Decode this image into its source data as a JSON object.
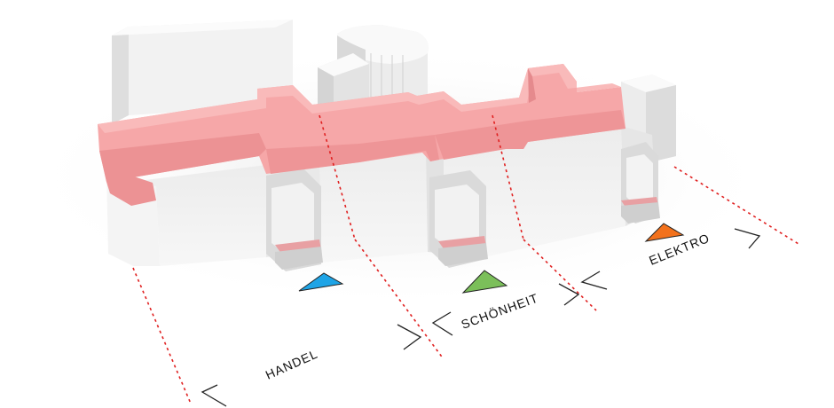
{
  "diagram": {
    "zones": [
      {
        "id": "handel",
        "label": "HANDEL"
      },
      {
        "id": "schoenheit",
        "label": "SCHÖNHEIT"
      },
      {
        "id": "elektro",
        "label": "ELEKTRO"
      }
    ],
    "entrances": [
      {
        "zone": "handel",
        "color": "#1ea4e6",
        "icon": "triangle-entrance-icon"
      },
      {
        "zone": "schoenheit",
        "color": "#7bbf5a",
        "icon": "triangle-entrance-icon"
      },
      {
        "zone": "elektro",
        "color": "#f2711c",
        "icon": "triangle-entrance-icon"
      }
    ],
    "colors": {
      "roof_highlight": "#f6a7a8",
      "roof_side": "#ec8f92",
      "divider": "#e02020",
      "massing": "#f1f1f1"
    }
  }
}
